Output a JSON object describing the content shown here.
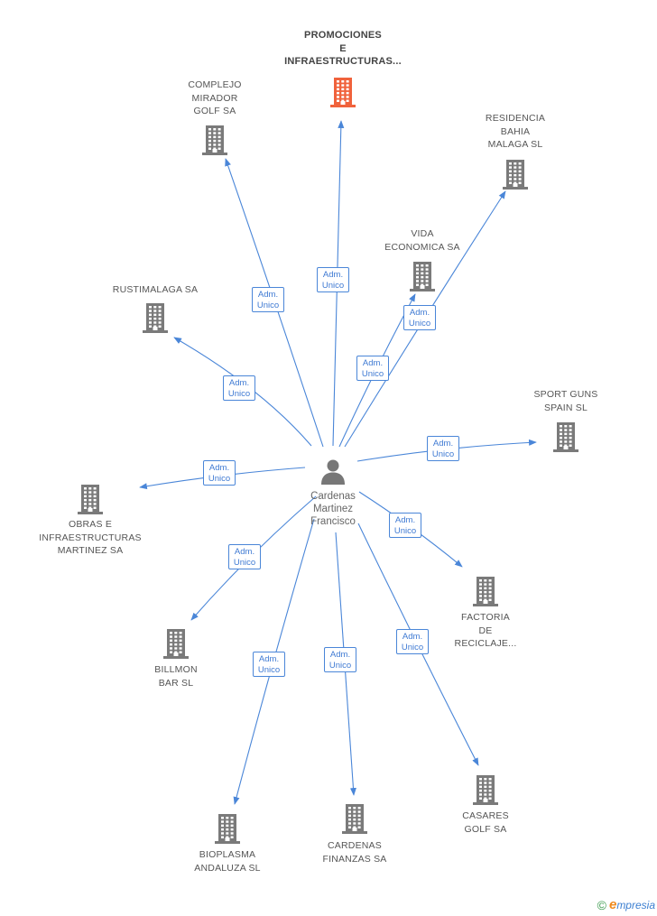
{
  "center": {
    "name_lines": [
      "Cardenas",
      "Martinez",
      "Francisco"
    ],
    "icon": "person-icon",
    "color": "#777777"
  },
  "relation_label": [
    "Adm.",
    "Unico"
  ],
  "colors": {
    "edge": "#4a86d8",
    "building": "#7a7a7a",
    "building_highlight": "#f0623c",
    "label": "#555555"
  },
  "companies": [
    {
      "id": "promociones",
      "lines": [
        "PROMOCIONES",
        "E",
        "INFRAESTRUCTURAS..."
      ],
      "highlight": true
    },
    {
      "id": "complejo-mirador",
      "lines": [
        "COMPLEJO",
        "MIRADOR",
        "GOLF SA"
      ]
    },
    {
      "id": "residencia-bahia",
      "lines": [
        "RESIDENCIA",
        "BAHIA",
        "MALAGA SL"
      ]
    },
    {
      "id": "vida-economica",
      "lines": [
        "VIDA",
        "ECONOMICA SA"
      ]
    },
    {
      "id": "rustimalaga",
      "lines": [
        "RUSTIMALAGA SA"
      ]
    },
    {
      "id": "sport-guns",
      "lines": [
        "SPORT GUNS",
        "SPAIN SL"
      ]
    },
    {
      "id": "obras-infra",
      "lines": [
        "OBRAS E",
        "INFRAESTRUCTURAS",
        "MARTINEZ SA"
      ]
    },
    {
      "id": "factoria-reciclaje",
      "lines": [
        "FACTORIA",
        "DE",
        "RECICLAJE..."
      ]
    },
    {
      "id": "billmon-bar",
      "lines": [
        "BILLMON",
        "BAR SL"
      ]
    },
    {
      "id": "bioplasma",
      "lines": [
        "BIOPLASMA",
        "ANDALUZA SL"
      ]
    },
    {
      "id": "cardenas-finanzas",
      "lines": [
        "CARDENAS",
        "FINANZAS SA"
      ]
    },
    {
      "id": "casares-golf",
      "lines": [
        "CASARES",
        "GOLF SA"
      ]
    }
  ],
  "footer": {
    "copyright_symbol": "©",
    "brand_initial": "e",
    "brand_rest": "mpresia"
  }
}
